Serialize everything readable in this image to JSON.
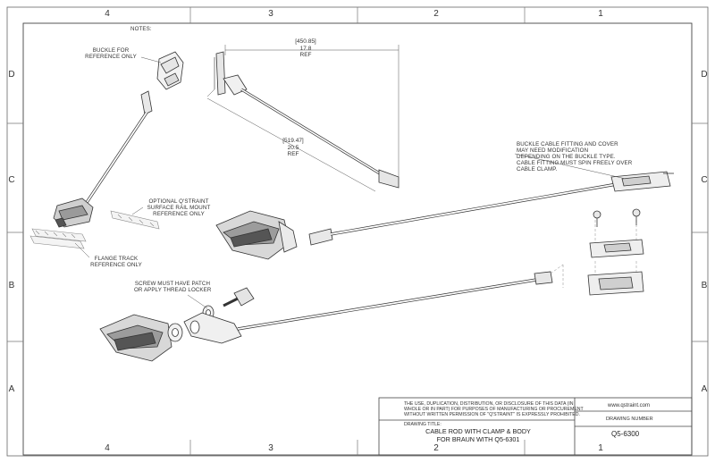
{
  "zones": {
    "columns": [
      "4",
      "3",
      "2",
      "1"
    ],
    "rows": [
      "D",
      "C",
      "B",
      "A"
    ]
  },
  "notes_label": "NOTES:",
  "callouts": {
    "buckle": [
      "BUCKLE FOR",
      "REFERENCE ONLY"
    ],
    "rail_mount": [
      "OPTIONAL Q'STRAINT",
      "SURFACE RAIL MOUNT",
      "REFERENCE ONLY"
    ],
    "flange_track": [
      "FLANGE TRACK",
      "REFERENCE ONLY"
    ],
    "screw": [
      "SCREW MUST HAVE PATCH",
      "OR APPLY THREAD LOCKER"
    ],
    "cable_fitting": [
      "BUCKLE CABLE FITTING AND COVER",
      "MAY NEED MODIFICATION",
      "DEPENDING ON THE BUCKLE TYPE.",
      "CABLE FITTING MUST SPIN FREELY OVER",
      "CABLE CLAMP."
    ]
  },
  "dimensions": {
    "top": [
      "[450.85]",
      "17.8",
      "REF"
    ],
    "bottom": [
      "[519.47]",
      "20.5",
      "REF"
    ]
  },
  "title_block": {
    "disclaimer": [
      "THE USE, DUPLICATION, DISTRIBUTION, OR DISCLOSURE OF THIS DATA (IN",
      "WHOLE OR IN PART) FOR PURPOSES OF MANUFACTURING OR PROCUREMENT",
      "WITHOUT WRITTEN PERMISSION OF \"Q'STRAINT\" IS EXPRESSLY PROHIBITED."
    ],
    "drawing_title_label": "DRAWING TITLE:",
    "website": "www.qstraint.com",
    "drawing_number_label": "DRAWING NUMBER",
    "title_lines": [
      "CABLE ROD WITH CLAMP & BODY",
      "FOR BRAUN WITH Q5-6301"
    ],
    "drawing_number": "Q5-6300"
  }
}
